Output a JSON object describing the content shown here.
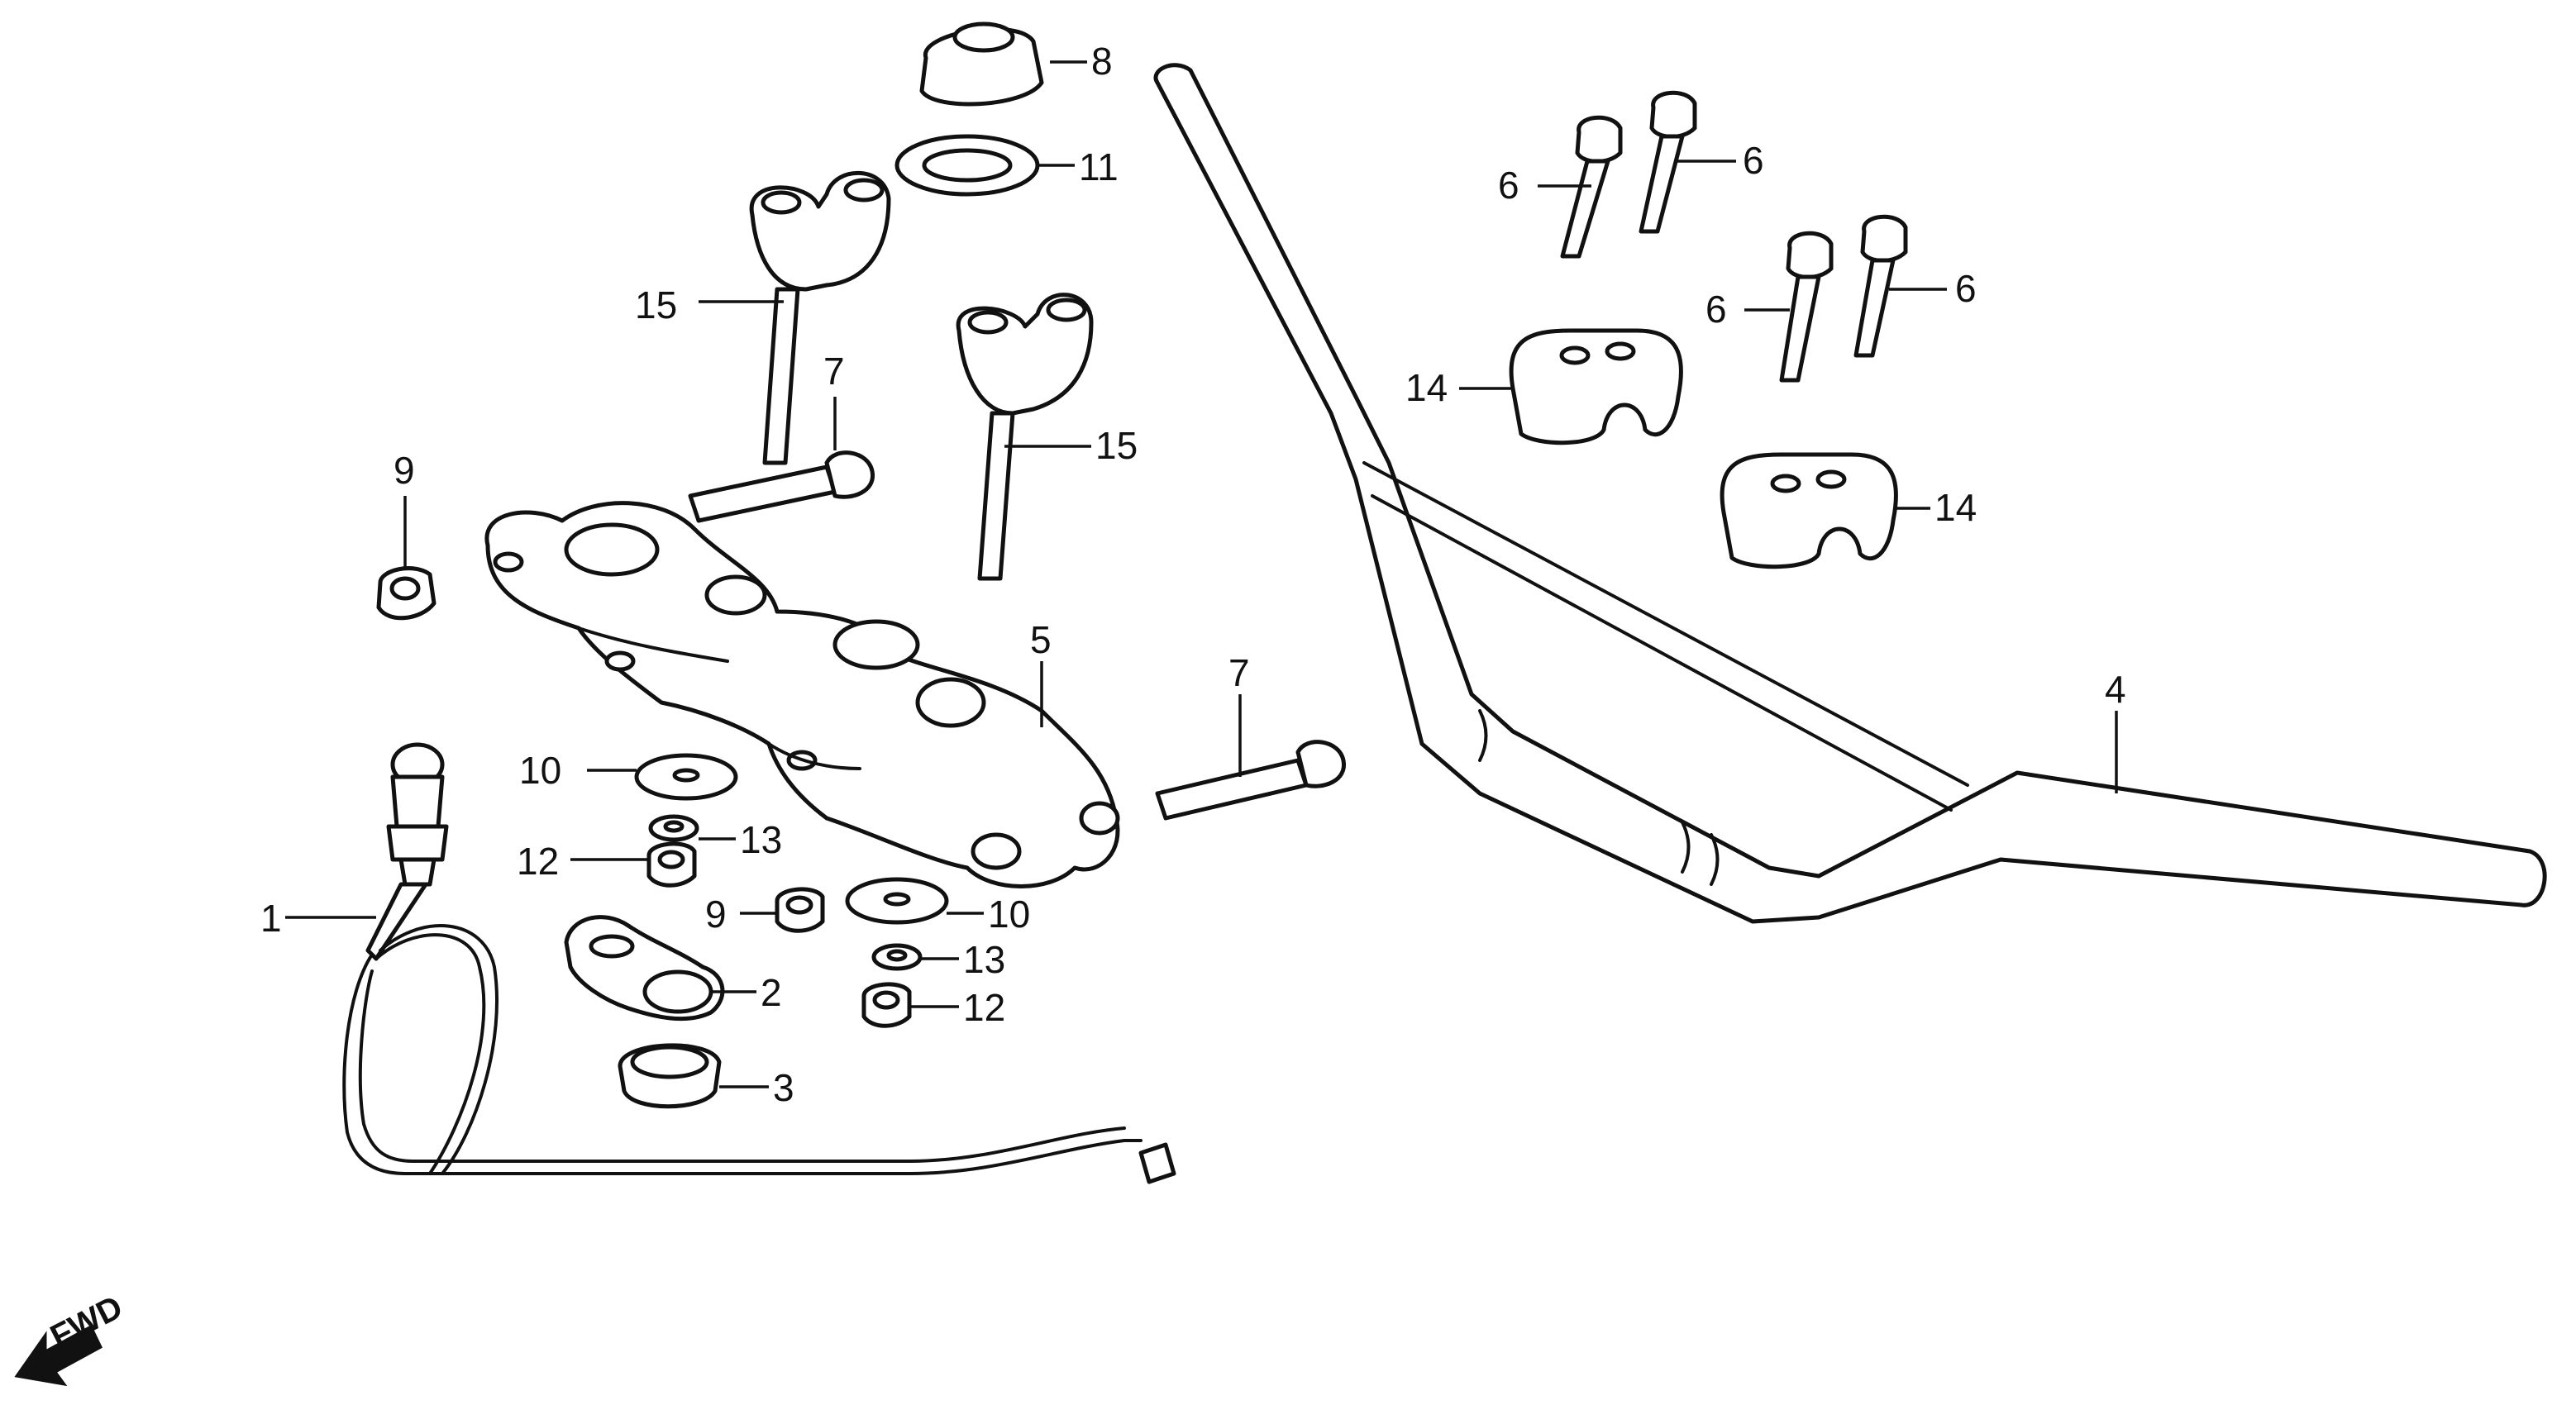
{
  "diagram": {
    "direction_label": "FWD",
    "callouts": {
      "c1": "1",
      "c2": "2",
      "c3": "3",
      "c4": "4",
      "c5": "5",
      "c6a": "6",
      "c6b": "6",
      "c6c": "6",
      "c6d": "6",
      "c7a": "7",
      "c7b": "7",
      "c8": "8",
      "c9a": "9",
      "c9b": "9",
      "c10a": "10",
      "c10b": "10",
      "c11": "11",
      "c12a": "12",
      "c12b": "12",
      "c13a": "13",
      "c13b": "13",
      "c14a": "14",
      "c14b": "14",
      "c15a": "15",
      "c15b": "15"
    }
  }
}
